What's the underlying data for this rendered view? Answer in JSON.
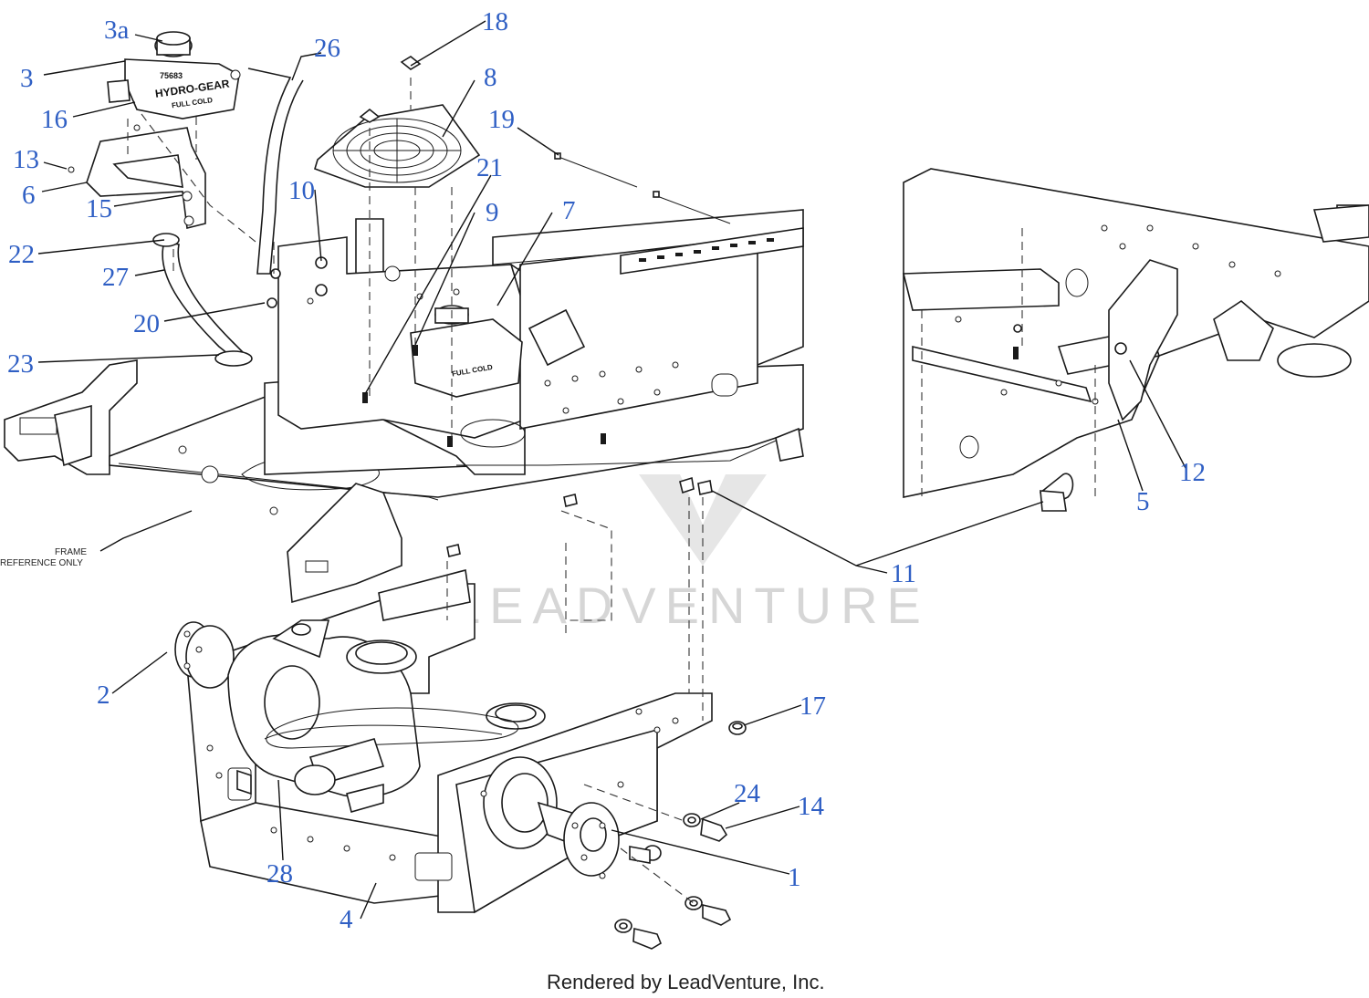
{
  "diagram": {
    "callouts": [
      "3a",
      "3",
      "16",
      "13",
      "6",
      "15",
      "22",
      "27",
      "20",
      "23",
      "26",
      "18",
      "8",
      "19",
      "10",
      "21",
      "9",
      "7",
      "2",
      "28",
      "4",
      "17",
      "24",
      "14",
      "1",
      "11",
      "5",
      "12"
    ],
    "tank_labels": {
      "part_no": "75683",
      "brand": "HYDRO-GEAR",
      "level": "FULL COLD"
    },
    "frame_note": {
      "line1": "FRAME",
      "line2": "REFERENCE ONLY"
    },
    "watermark": "LEADVENTURE",
    "footer": "Rendered by LeadVenture, Inc."
  },
  "colors": {
    "callout": "#2f5fc4",
    "line": "#1a1a1a",
    "watermark": "#d6d6d6"
  }
}
